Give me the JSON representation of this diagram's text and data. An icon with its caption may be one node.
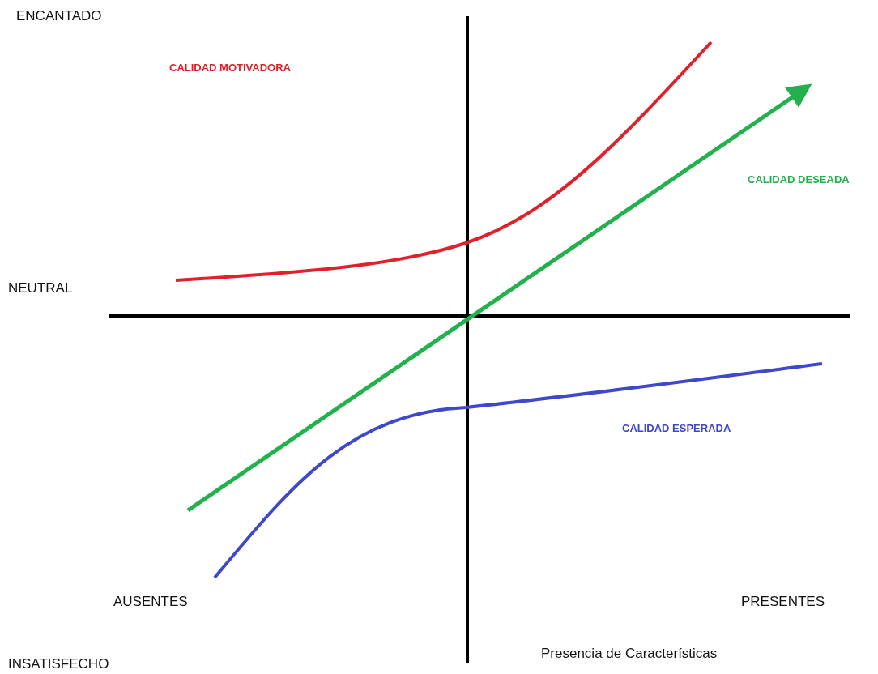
{
  "diagram": {
    "labels": [
      "ENCANTADO",
      "CALIDAD MOTIVADORA",
      "CALIDAD DESEADA",
      "NEUTRAL",
      "CALIDAD ESPERADA",
      "AUSENTES",
      "PRESENTES",
      "Presencia de Características",
      "INSATISFECHO"
    ]
  }
}
